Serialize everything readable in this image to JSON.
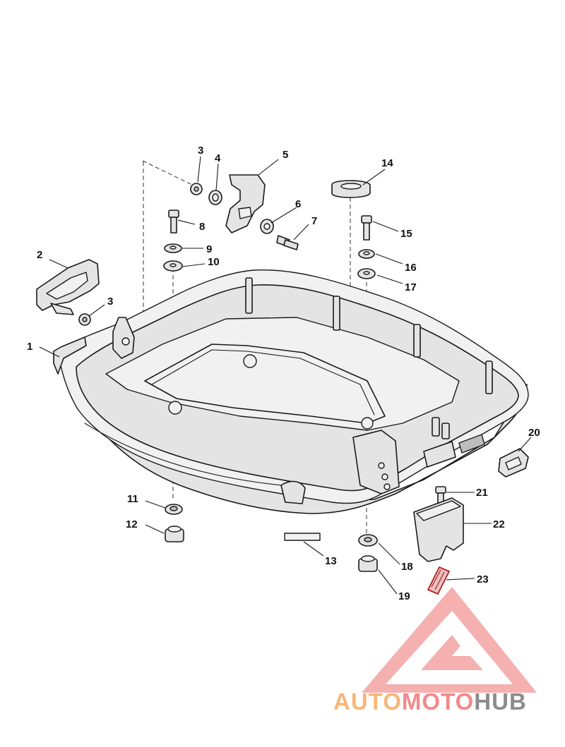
{
  "callouts": [
    {
      "id": "1",
      "text": "1"
    },
    {
      "id": "2",
      "text": "2"
    },
    {
      "id": "3a",
      "text": "3"
    },
    {
      "id": "3b",
      "text": "3"
    },
    {
      "id": "4",
      "text": "4"
    },
    {
      "id": "5",
      "text": "5"
    },
    {
      "id": "6",
      "text": "6"
    },
    {
      "id": "7",
      "text": "7"
    },
    {
      "id": "8",
      "text": "8"
    },
    {
      "id": "9",
      "text": "9"
    },
    {
      "id": "10",
      "text": "10"
    },
    {
      "id": "11",
      "text": "11"
    },
    {
      "id": "12",
      "text": "12"
    },
    {
      "id": "13",
      "text": "13"
    },
    {
      "id": "14",
      "text": "14"
    },
    {
      "id": "15",
      "text": "15"
    },
    {
      "id": "16",
      "text": "16"
    },
    {
      "id": "17",
      "text": "17"
    },
    {
      "id": "18",
      "text": "18"
    },
    {
      "id": "19",
      "text": "19"
    },
    {
      "id": "20",
      "text": "20"
    },
    {
      "id": "21",
      "text": "21"
    },
    {
      "id": "22",
      "text": "22"
    },
    {
      "id": "23",
      "text": "23"
    }
  ],
  "watermark": {
    "part1": "AUTO",
    "part2": "MOTO",
    "part3": "HUB",
    "color_auto": "#f7b77a",
    "color_moto": "#f28a8a",
    "color_hub": "#8c8c8c",
    "logo_color": "#f4a3a3"
  }
}
